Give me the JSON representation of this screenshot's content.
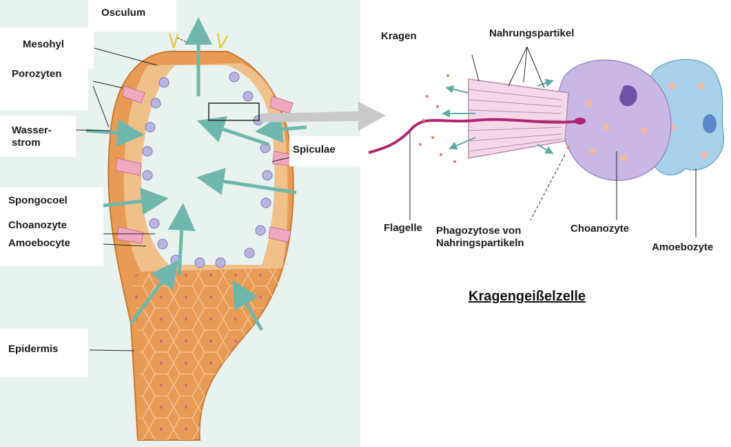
{
  "left_labels": {
    "osculum": "Osculum",
    "mesohyl": "Mesohyl",
    "porozyten": "Porozyten",
    "wasserstrom": "Wasser-\nstrom",
    "spiculae": "Spiculae",
    "spongocoel": "Spongocoel",
    "choanozyte": "Choanozyte",
    "amoebocyte": "Amoebocyte",
    "epidermis": "Epidermis"
  },
  "right_labels": {
    "kragen": "Kragen",
    "nahrungspartikel": "Nahrungspartikel",
    "flagelle": "Flagelle",
    "phagozytose": "Phagozytose von\nNahringspartikeln",
    "choanozyte": "Choanozyte",
    "amoebozyte": "Amoebozyte"
  },
  "title": "Kragengeißelzelle",
  "colors": {
    "background_left": "#e8f2ee",
    "sponge_body": "#e9a15a",
    "sponge_inner": "#f2c79a",
    "arrow_teal": "#6fb7ad",
    "choanocyte_purple": "#c9b8e6",
    "amoebocyte_blue": "#a9d2ea",
    "flagellum_magenta": "#b0246e"
  }
}
